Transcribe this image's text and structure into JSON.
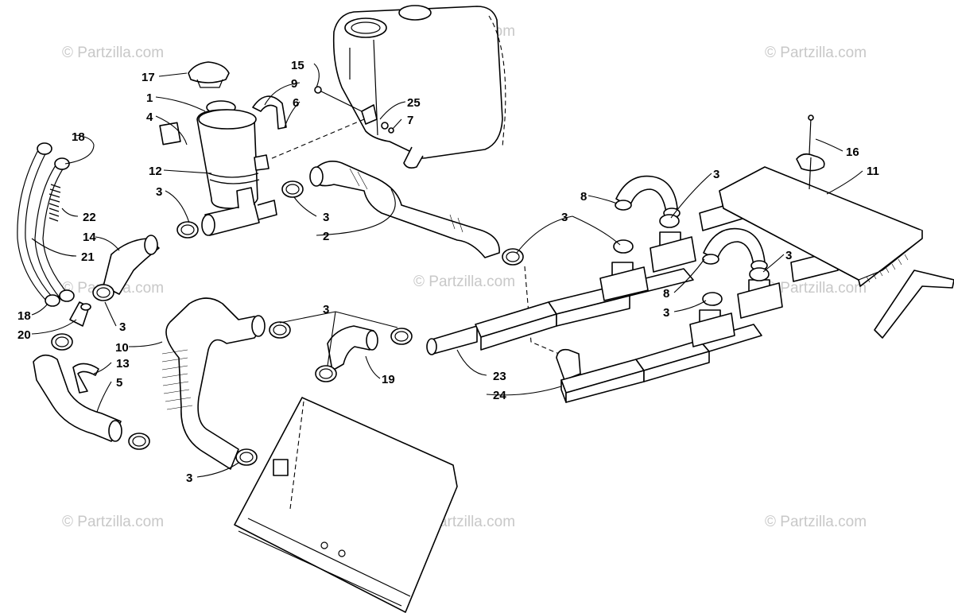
{
  "watermark": "© Partzilla.com",
  "callouts": {
    "c1": "1",
    "c2": "2",
    "c3": "3",
    "c4": "4",
    "c5": "5",
    "c6": "6",
    "c7": "7",
    "c8": "8",
    "c9": "9",
    "c10": "10",
    "c11": "11",
    "c12": "12",
    "c13": "13",
    "c14": "14",
    "c15": "15",
    "c16": "16",
    "c17": "17",
    "c18": "18",
    "c19": "19",
    "c20": "20",
    "c21": "21",
    "c22": "22",
    "c23": "23",
    "c24": "24",
    "c25": "25"
  }
}
